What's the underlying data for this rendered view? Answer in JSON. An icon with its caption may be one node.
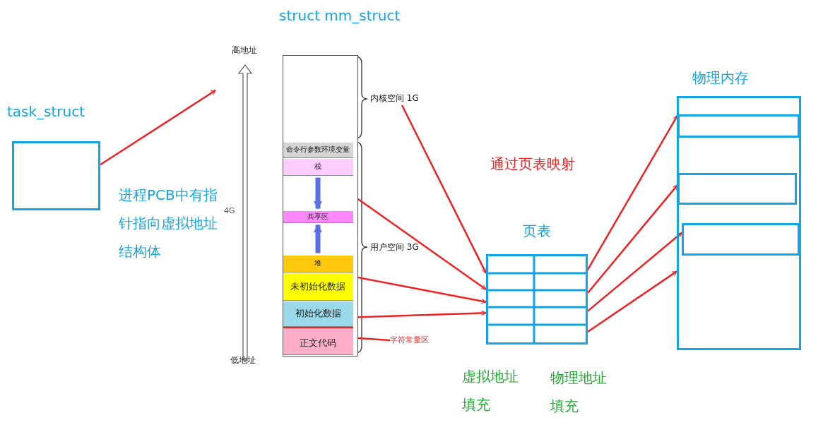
{
  "diagram": {
    "nodes": [
      {
        "text": [
          "task_struct"
        ]
      },
      {
        "text": [
          "struct mm_struct"
        ]
      },
      {
        "text": [
          "命令行参数环境变量"
        ],
        "in": 1
      },
      {
        "text": [
          "栈"
        ],
        "in": 1
      },
      {
        "text": [
          "共享区"
        ],
        "in": 1
      },
      {
        "text": [
          "堆"
        ],
        "in": 1
      },
      {
        "text": [
          "未初始化数据"
        ],
        "in": 1
      },
      {
        "text": [
          "初始化数据"
        ],
        "in": 1
      },
      {
        "text": [
          "正文代码"
        ],
        "in": 1
      },
      {
        "text": [
          "内核空间 1G"
        ]
      },
      {
        "text": [
          "用户空间 3G"
        ]
      },
      {
        "text": [
          "字符常量区"
        ]
      },
      {
        "text": [
          "页表"
        ]
      },
      {
        "text": [
          "物理内存"
        ]
      },
      {
        "text": [],
        "shape": "box",
        "in": 13
      },
      {
        "text": [],
        "shape": "box",
        "in": 13
      },
      {
        "text": [],
        "shape": "box",
        "in": 13
      }
    ],
    "edges": [
      {
        "from": 0,
        "to": null,
        "arrow": "to"
      },
      {
        "from": 9,
        "to": 12,
        "arrow": "to"
      },
      {
        "from": 1,
        "to": 12,
        "arrow": "to"
      },
      {
        "from": 6,
        "to": 12,
        "arrow": "to"
      },
      {
        "from": 7,
        "to": 12,
        "arrow": "to"
      },
      {
        "from": 11,
        "to": 8,
        "arrow": "to"
      },
      {
        "from": 12,
        "to": 14,
        "arrow": "to"
      },
      {
        "from": 12,
        "to": 15,
        "arrow": "to"
      },
      {
        "from": 12,
        "to": 16,
        "arrow": "to"
      },
      {
        "from": 12,
        "to": 13,
        "arrow": "to"
      },
      {
        "from": 3,
        "to": 4,
        "arrow": "to",
        "style": "thick",
        "color": "#5b6ee8"
      },
      {
        "from": 5,
        "to": 4,
        "arrow": "to",
        "style": "thick",
        "color": "#5b6ee8"
      }
    ],
    "labels": [
      "进程PCB中有指针指向虚拟地址结构体",
      "高地址",
      "4G",
      "低地址",
      "通过页表映射",
      "虚拟地址填充",
      "物理地址填充"
    ]
  }
}
